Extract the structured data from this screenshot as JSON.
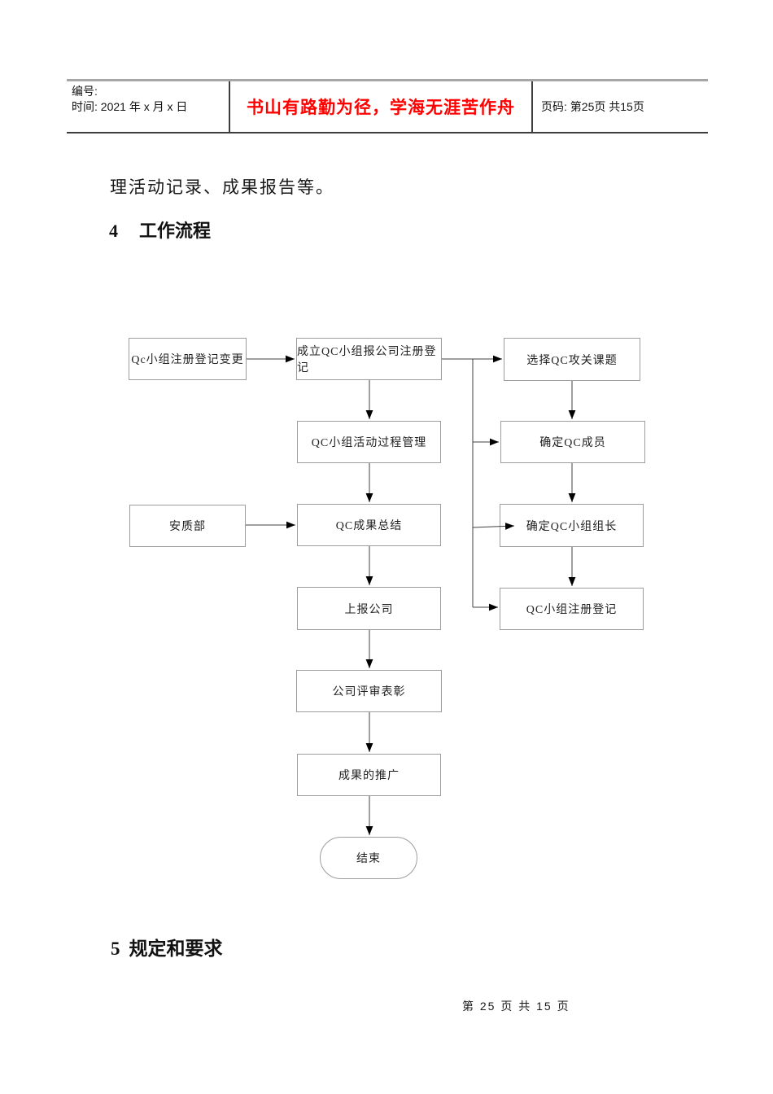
{
  "header_table": {
    "cell_info": {
      "line1": "编号:",
      "line2": "时间: 2021 年 x 月 x 日"
    },
    "motto": {
      "text": "书山有路勤为径，学海无涯苦作舟",
      "color": "#ff0000"
    },
    "page_info": {
      "text": "页码: 第25页 共15页"
    }
  },
  "content": {
    "paragraph": "理活动记录、成果报告等。",
    "heading_4": {
      "number": "4",
      "label": "工作流程"
    },
    "heading_5": {
      "number": "5",
      "label": "规定和要求"
    }
  },
  "flowchart": {
    "nodes": [
      {
        "label": "Qc小组注册登记变更"
      },
      {
        "label": "成立QC小组报公司注册登记"
      },
      {
        "label": "QC小组活动过程管理"
      },
      {
        "label": "安质部"
      },
      {
        "label": "QC成果总结"
      },
      {
        "label": "上报公司"
      },
      {
        "label": "公司评审表彰"
      },
      {
        "label": "成果的推广"
      },
      {
        "label": "结束"
      },
      {
        "label": "选择QC攻关课题"
      },
      {
        "label": "确定QC成员"
      },
      {
        "label": "确定QC小组组长"
      },
      {
        "label": "QC小组注册登记"
      }
    ],
    "line_color": "#404040",
    "box_border_color": "#9d9d9d"
  },
  "footer": {
    "text": "第 25 页 共 15 页"
  }
}
